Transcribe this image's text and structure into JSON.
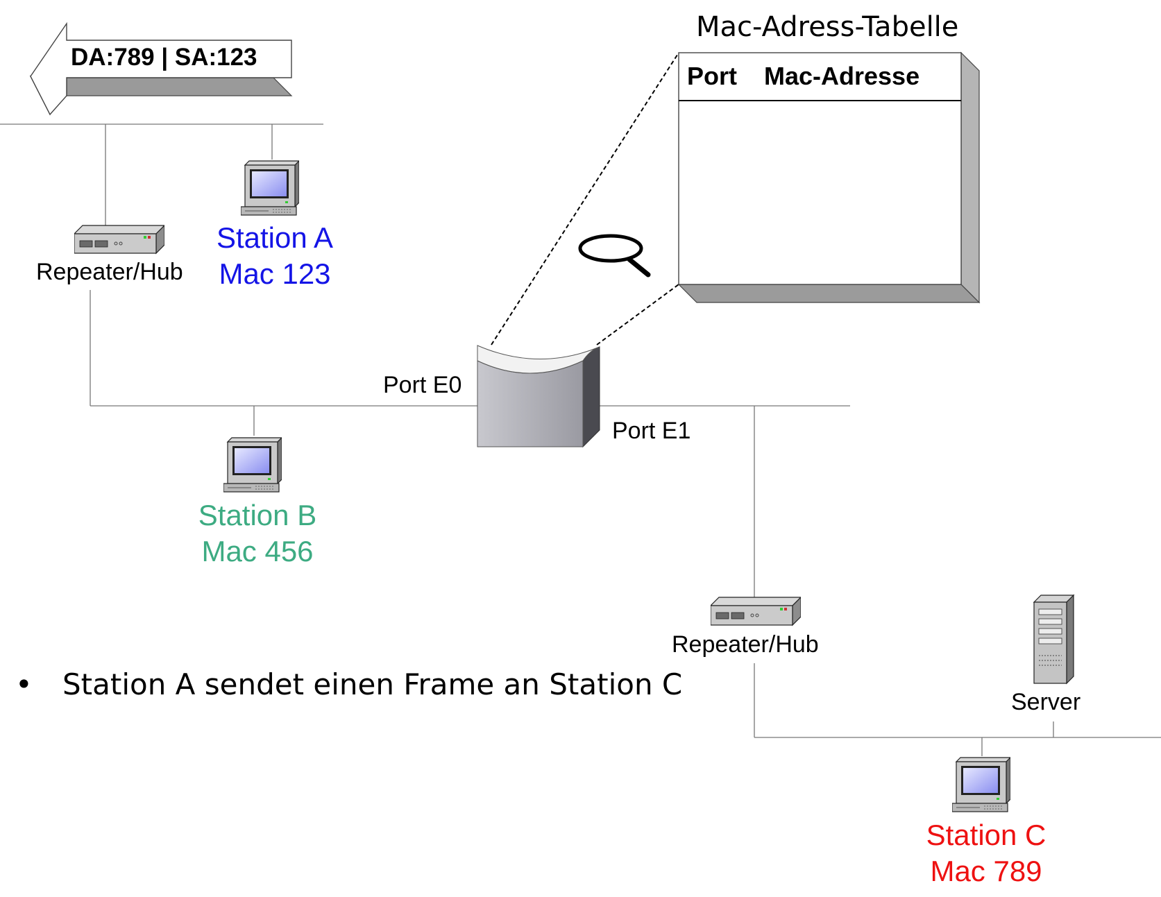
{
  "frame_arrow": {
    "text": "DA:789 | SA:123"
  },
  "mac_table": {
    "title": "Mac-Adress-Tabelle",
    "col_port": "Port",
    "col_mac": "Mac-Adresse"
  },
  "switch": {
    "port_e0": "Port E0",
    "port_e1": "Port E1"
  },
  "hub_top": {
    "label": "Repeater/Hub"
  },
  "hub_bottom": {
    "label": "Repeater/Hub"
  },
  "server": {
    "label": "Server"
  },
  "station_a": {
    "name": "Station A",
    "mac": "Mac 123",
    "color": "#1414e6"
  },
  "station_b": {
    "name": "Station B",
    "mac": "Mac 456",
    "color": "#3dab82"
  },
  "station_c": {
    "name": "Station C",
    "mac": "Mac 789",
    "color": "#ee1111"
  },
  "bullet": {
    "symbol": "•",
    "text": "Station A sendet einen Frame an Station C"
  }
}
